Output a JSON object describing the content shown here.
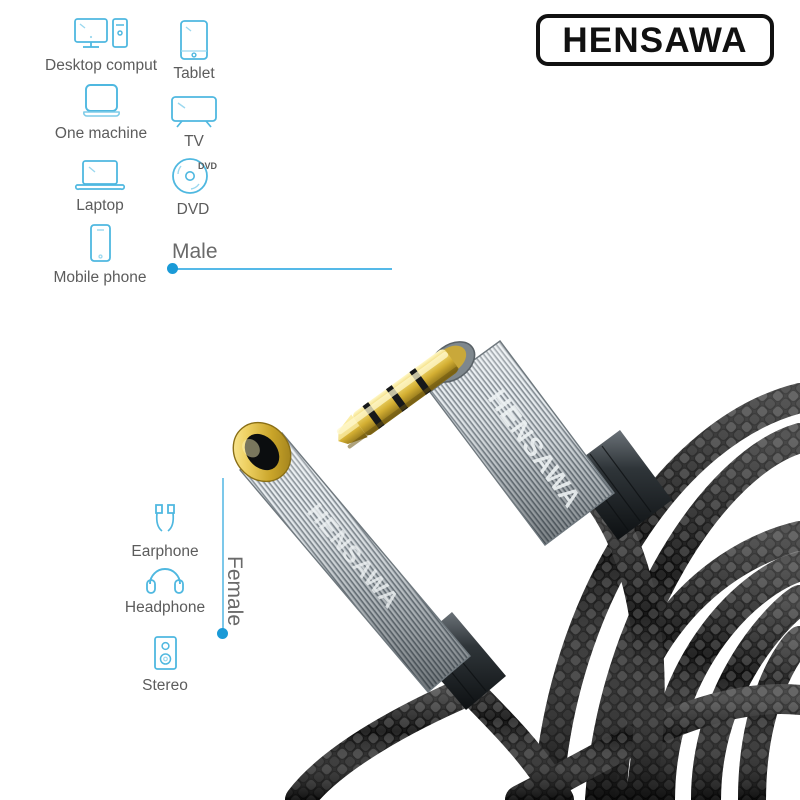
{
  "brand": {
    "logo_text": "HENSAWA"
  },
  "compat_sources": {
    "title_hidden": "",
    "items": [
      {
        "label": "Desktop comput",
        "icon": "desktop-computer-icon"
      },
      {
        "label": "Tablet",
        "icon": "tablet-icon"
      },
      {
        "label": "One machine",
        "icon": "all-in-one-computer-icon"
      },
      {
        "label": "TV",
        "icon": "tv-icon"
      },
      {
        "label": "Laptop",
        "icon": "laptop-icon"
      },
      {
        "label": "DVD",
        "icon": "dvd-disc-icon"
      },
      {
        "label": "Mobile phone",
        "icon": "mobile-phone-icon"
      }
    ]
  },
  "compat_outputs": {
    "items": [
      {
        "label": "Earphone",
        "icon": "earbuds-icon"
      },
      {
        "label": "Headphone",
        "icon": "headphones-icon"
      },
      {
        "label": "Stereo",
        "icon": "speaker-icon"
      }
    ]
  },
  "callouts": {
    "male": "Male",
    "female": "Female"
  },
  "icon_text": {
    "dvd_disc": "DVD"
  },
  "connector_engraving": {
    "male_plug": "HENSAWA",
    "female_jack": "HENSAWA"
  },
  "colors": {
    "accent_blue": "#1a9ad7",
    "icon_blue": "#4fb8e0",
    "leader_line": "#55b9e8",
    "label_grey": "#5c5c5c",
    "callout_grey": "#6a6a6a",
    "logo_black": "#111111",
    "gold": "#e8c64a",
    "metal_silver": "#b9c2c8",
    "cable_black": "#1b1b1b",
    "background": "#ffffff"
  }
}
